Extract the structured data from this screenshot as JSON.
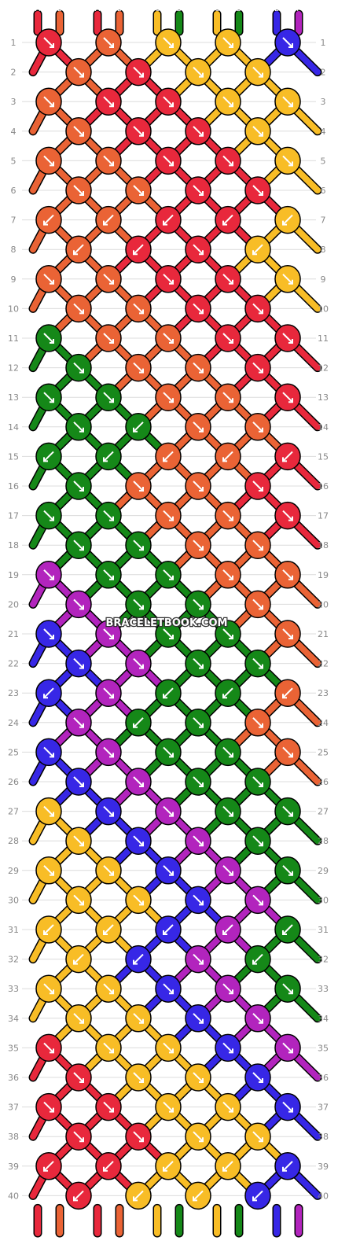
{
  "pattern": {
    "title": "BRACELETBOOK.COM",
    "colors": {
      "A": "#e8283c",
      "B": "#ea6335",
      "C": "#f8bd26",
      "D": "#158818",
      "E": "#3727e6",
      "F": "#b224bd"
    },
    "strings": [
      "A",
      "B",
      "A",
      "B",
      "C",
      "D",
      "C",
      "D",
      "E",
      "F"
    ],
    "string_labels_top": [
      "A",
      "B",
      "A",
      "B",
      "C",
      "D",
      "C",
      "D",
      "E",
      "F"
    ],
    "string_labels_bottom": [
      "A",
      "B",
      "A",
      "B",
      "C",
      "D",
      "C",
      "D",
      "E",
      "F"
    ],
    "row_numbers": [
      1,
      2,
      3,
      4,
      5,
      6,
      7,
      8,
      9,
      10,
      11,
      12,
      13,
      14,
      15,
      16,
      17,
      18,
      19,
      20,
      21,
      22,
      23,
      24,
      25,
      26,
      27,
      28,
      29,
      30,
      31,
      32,
      33,
      34,
      35,
      36,
      37,
      38,
      39,
      40
    ],
    "knots": [
      [
        "A:F",
        "B:F",
        "C:F",
        "C:F",
        "E:F"
      ],
      [
        "B:F",
        "A:F",
        "C:F",
        "C:F"
      ],
      [
        "B:FB",
        "A:F",
        "A:F",
        "C:F",
        "C:F"
      ],
      [
        "B:F",
        "A:F",
        "A:F",
        "C:F"
      ],
      [
        "B:F",
        "B:F",
        "A:F",
        "A:F",
        "C:F"
      ],
      [
        "B:F",
        "B:F",
        "A:F",
        "A:F"
      ],
      [
        "B:B",
        "B:B",
        "A:B",
        "A:B",
        "C:B"
      ],
      [
        "B:B",
        "A:B",
        "A:F",
        "C:B"
      ],
      [
        "B:F",
        "B:F",
        "A:F",
        "A:F",
        "C:F"
      ],
      [
        "B:F",
        "B:F",
        "A:F",
        "A:F"
      ],
      [
        "D:F",
        "B:F",
        "B:F",
        "A:F",
        "A:F"
      ],
      [
        "D:F",
        "B:F",
        "B:F",
        "A:F"
      ],
      [
        "D:F",
        "D:F",
        "B:F",
        "B:F",
        "A:F"
      ],
      [
        "D:F",
        "D:B",
        "B:F",
        "B:F"
      ],
      [
        "D:B",
        "D:B",
        "B:B",
        "B:B",
        "A:B"
      ],
      [
        "D:F",
        "B:F",
        "B:F",
        "A:F"
      ],
      [
        "D:F",
        "D:F",
        "B:F",
        "B:F",
        "A:F"
      ],
      [
        "D:F",
        "D:F",
        "B:F",
        "B:F"
      ],
      [
        "F:F",
        "D:F",
        "D:F",
        "B:F",
        "B:F"
      ],
      [
        "F:F",
        "D:F",
        "D:F",
        "B:F"
      ],
      [
        "E:F",
        "F:F",
        "D:F",
        "D:F",
        "B:F"
      ],
      [
        "E:F",
        "F:F",
        "D:F",
        "D:F"
      ],
      [
        "E:B",
        "F:F",
        "D:B",
        "D:B",
        "B:B"
      ],
      [
        "F:F",
        "D:B",
        "D:F",
        "B:F"
      ],
      [
        "E:F",
        "F:F",
        "D:F",
        "D:F",
        "B:F"
      ],
      [
        "E:F",
        "F:F",
        "D:F",
        "D:F"
      ],
      [
        "C:F",
        "E:F",
        "F:F",
        "D:F",
        "D:F"
      ],
      [
        "C:F",
        "E:F",
        "F:F",
        "D:F"
      ],
      [
        "C:F",
        "C:F",
        "E:F",
        "F:F",
        "D:F"
      ],
      [
        "C:F",
        "C:F",
        "E:F",
        "F:F"
      ],
      [
        "C:B",
        "C:B",
        "E:B",
        "F:B",
        "D:B"
      ],
      [
        "C:B",
        "E:B",
        "F:F",
        "D:B"
      ],
      [
        "C:F",
        "C:F",
        "E:F",
        "F:F",
        "D:F"
      ],
      [
        "C:F",
        "C:F",
        "E:F",
        "F:F"
      ],
      [
        "A:F",
        "C:F",
        "C:F",
        "E:F",
        "F:F"
      ],
      [
        "A:F",
        "C:F",
        "C:F",
        "E:F"
      ],
      [
        "A:F",
        "A:F",
        "C:F",
        "C:F",
        "E:F"
      ],
      [
        "A:F",
        "A:F",
        "C:F",
        "C:F"
      ],
      [
        "A:B",
        "A:B",
        "C:B",
        "C:B",
        "E:B"
      ],
      [
        "A:B",
        "C:B",
        "C:B",
        "E:B"
      ]
    ]
  }
}
